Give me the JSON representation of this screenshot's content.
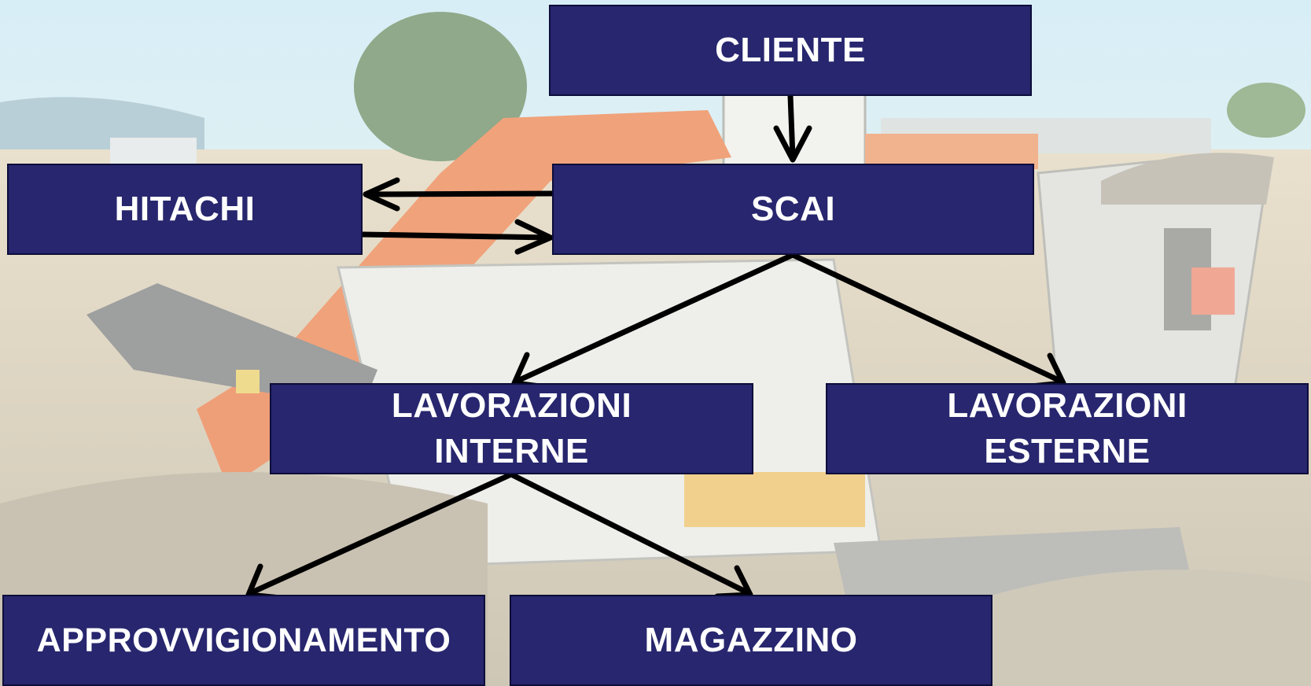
{
  "colors": {
    "node_fill": "#27266e",
    "node_text": "#ffffff",
    "arrow": "#000000"
  },
  "nodes": {
    "cliente": "CLIENTE",
    "hitachi": "HITACHI",
    "scai": "SCAI",
    "lavorazioni_interne": "LAVORAZIONI\nINTERNE",
    "lavorazioni_esterne": "LAVORAZIONI\nESTERNE",
    "approvvigionamento": "APPROVVIGIONAMENTO",
    "magazzino": "MAGAZZINO"
  },
  "edges": [
    {
      "from": "cliente",
      "to": "scai"
    },
    {
      "from": "scai",
      "to": "hitachi"
    },
    {
      "from": "hitachi",
      "to": "scai"
    },
    {
      "from": "scai",
      "to": "lavorazioni_interne"
    },
    {
      "from": "scai",
      "to": "lavorazioni_esterne"
    },
    {
      "from": "lavorazioni_interne",
      "to": "approvvigionamento"
    },
    {
      "from": "lavorazioni_interne",
      "to": "magazzino"
    }
  ]
}
